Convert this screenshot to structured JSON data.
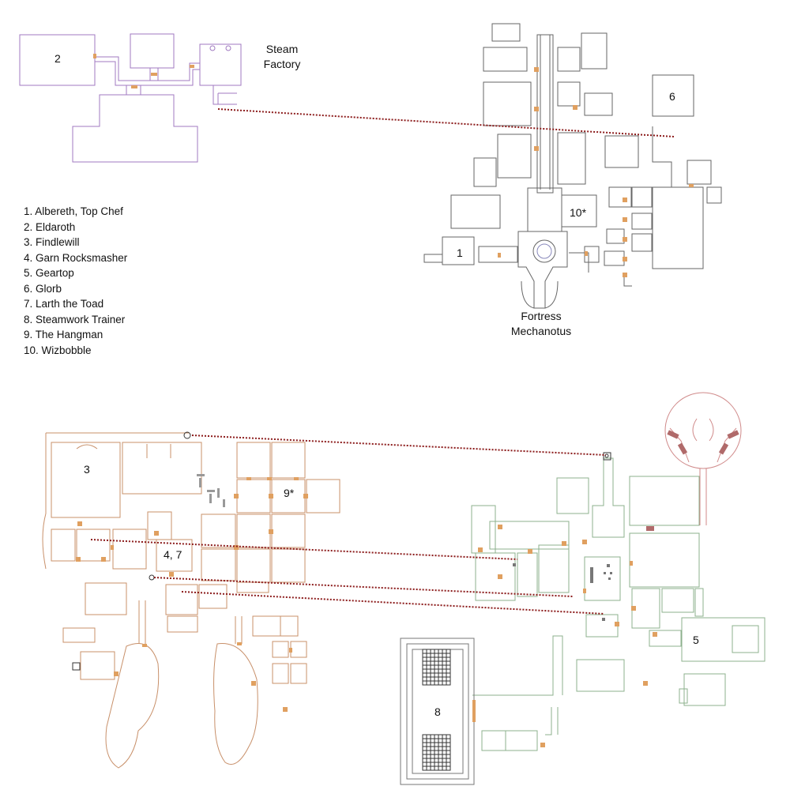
{
  "areas": {
    "steam_factory": {
      "name_line1": "Steam",
      "name_line2": "Factory",
      "wall_color": "#a07ac0"
    },
    "fortress": {
      "name_line1": "Fortress",
      "name_line2": "Mechanotus",
      "wall_color": "#555555"
    },
    "west_complex": {
      "wall_color": "#c8906a"
    },
    "east_complex": {
      "wall_color": "#8cb08c"
    },
    "dome": {
      "wall_color": "#d08a8a"
    }
  },
  "markers": [
    {
      "id": "m2",
      "label": "2"
    },
    {
      "id": "m6",
      "label": "6"
    },
    {
      "id": "m1",
      "label": "1"
    },
    {
      "id": "m10",
      "label": "10*"
    },
    {
      "id": "m3",
      "label": "3"
    },
    {
      "id": "m9",
      "label": "9*"
    },
    {
      "id": "m47",
      "label": "4, 7"
    },
    {
      "id": "m5",
      "label": "5"
    },
    {
      "id": "m8",
      "label": "8"
    }
  ],
  "legend": [
    "1. Albereth, Top Chef",
    "2. Eldaroth",
    "3. Findlewill",
    "4. Garn Rocksmasher",
    "5. Geartop",
    "6. Glorb",
    "7. Larth the Toad",
    "8. Steamwork Trainer",
    "9. The Hangman",
    "10. Wizbobble"
  ],
  "colors": {
    "connector": "#8b1a1a",
    "door": "#e0a060",
    "text": "#111111"
  }
}
